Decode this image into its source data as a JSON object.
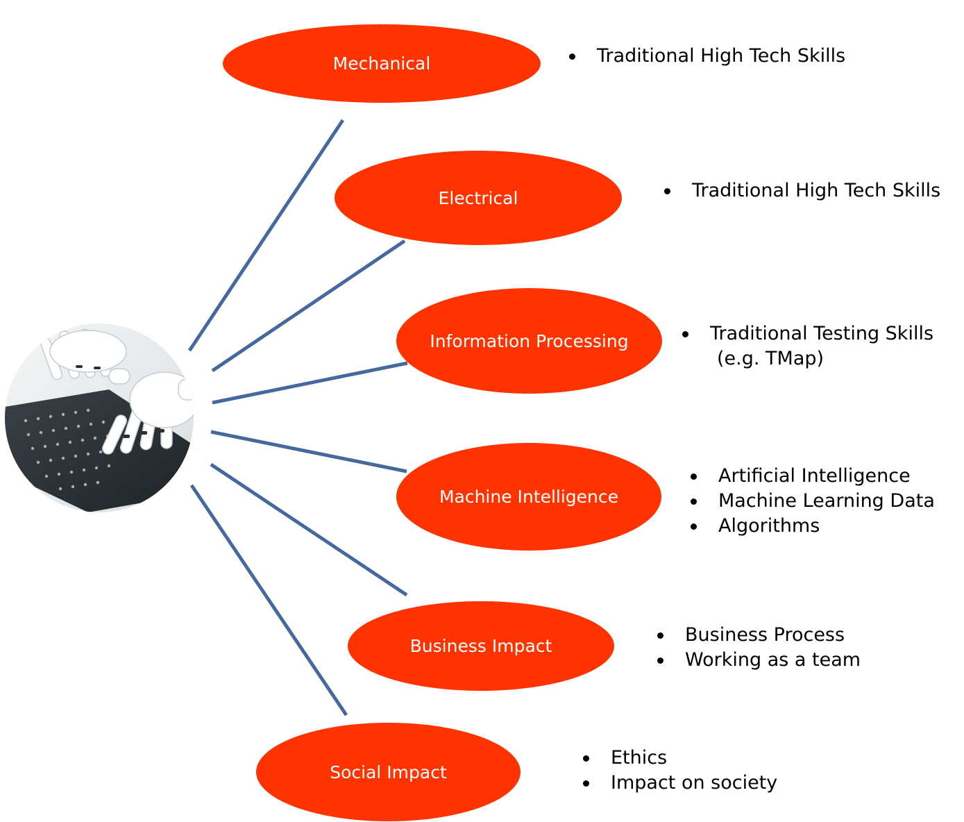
{
  "colors": {
    "node_fill": "#ff3300",
    "node_text": "#ffffff",
    "connector": "#45699c"
  },
  "hub": {
    "icon": "robot-hands-typing-keyboard-image"
  },
  "nodes": [
    {
      "label": "Mechanical",
      "bullets": [
        "Traditional High Tech Skills"
      ]
    },
    {
      "label": "Electrical",
      "bullets": [
        "Traditional High Tech Skills"
      ]
    },
    {
      "label": "Information Processing",
      "bullets": [
        "Traditional Testing Skills",
        "(e.g. TMap)"
      ]
    },
    {
      "label": "Machine Intelligence",
      "bullets": [
        "Artificial Intelligence",
        "Machine Learning Data",
        "Algorithms"
      ]
    },
    {
      "label": "Business Impact",
      "bullets": [
        "Business Process",
        "Working as a team"
      ]
    },
    {
      "label": "Social Impact",
      "bullets": [
        "Ethics",
        "Impact on society"
      ]
    }
  ]
}
